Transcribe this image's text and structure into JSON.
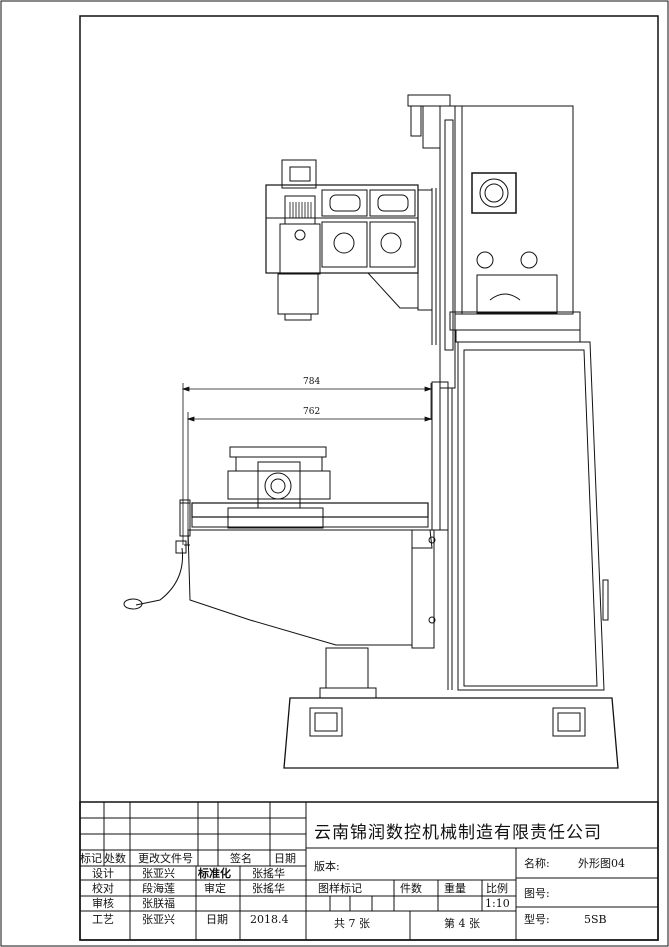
{
  "drawing": {
    "dimensions": {
      "overall": "784",
      "inner": "762"
    }
  },
  "title_block": {
    "company": "云南锦润数控机械制造有限责任公司",
    "header_row": [
      "标记",
      "处数",
      "更改文件号",
      "签名",
      "日期"
    ],
    "rows": [
      {
        "role": "设计",
        "name": "张亚兴",
        "role2": "标准化",
        "name2": "张搖华"
      },
      {
        "role": "校对",
        "name": "段海莲",
        "role2": "审定",
        "name2": "张搖华"
      },
      {
        "role": "审核",
        "name": "张朕福"
      },
      {
        "role": "工艺",
        "name": "张亚兴",
        "role2": "日期",
        "name2": "2018.4"
      }
    ],
    "version_label": "版本:",
    "pattern_label": "图样标记",
    "quantity_label": "件数",
    "weight_label": "重量",
    "scale_label": "比例",
    "scale_value": "1:10",
    "total_sheets": "共 7 张",
    "sheet_no": "第 4 张",
    "name_label": "名称:",
    "name_value": "外形图04",
    "drawing_no_label": "图号:",
    "model_label": "型号:",
    "model_value": "5SB"
  }
}
